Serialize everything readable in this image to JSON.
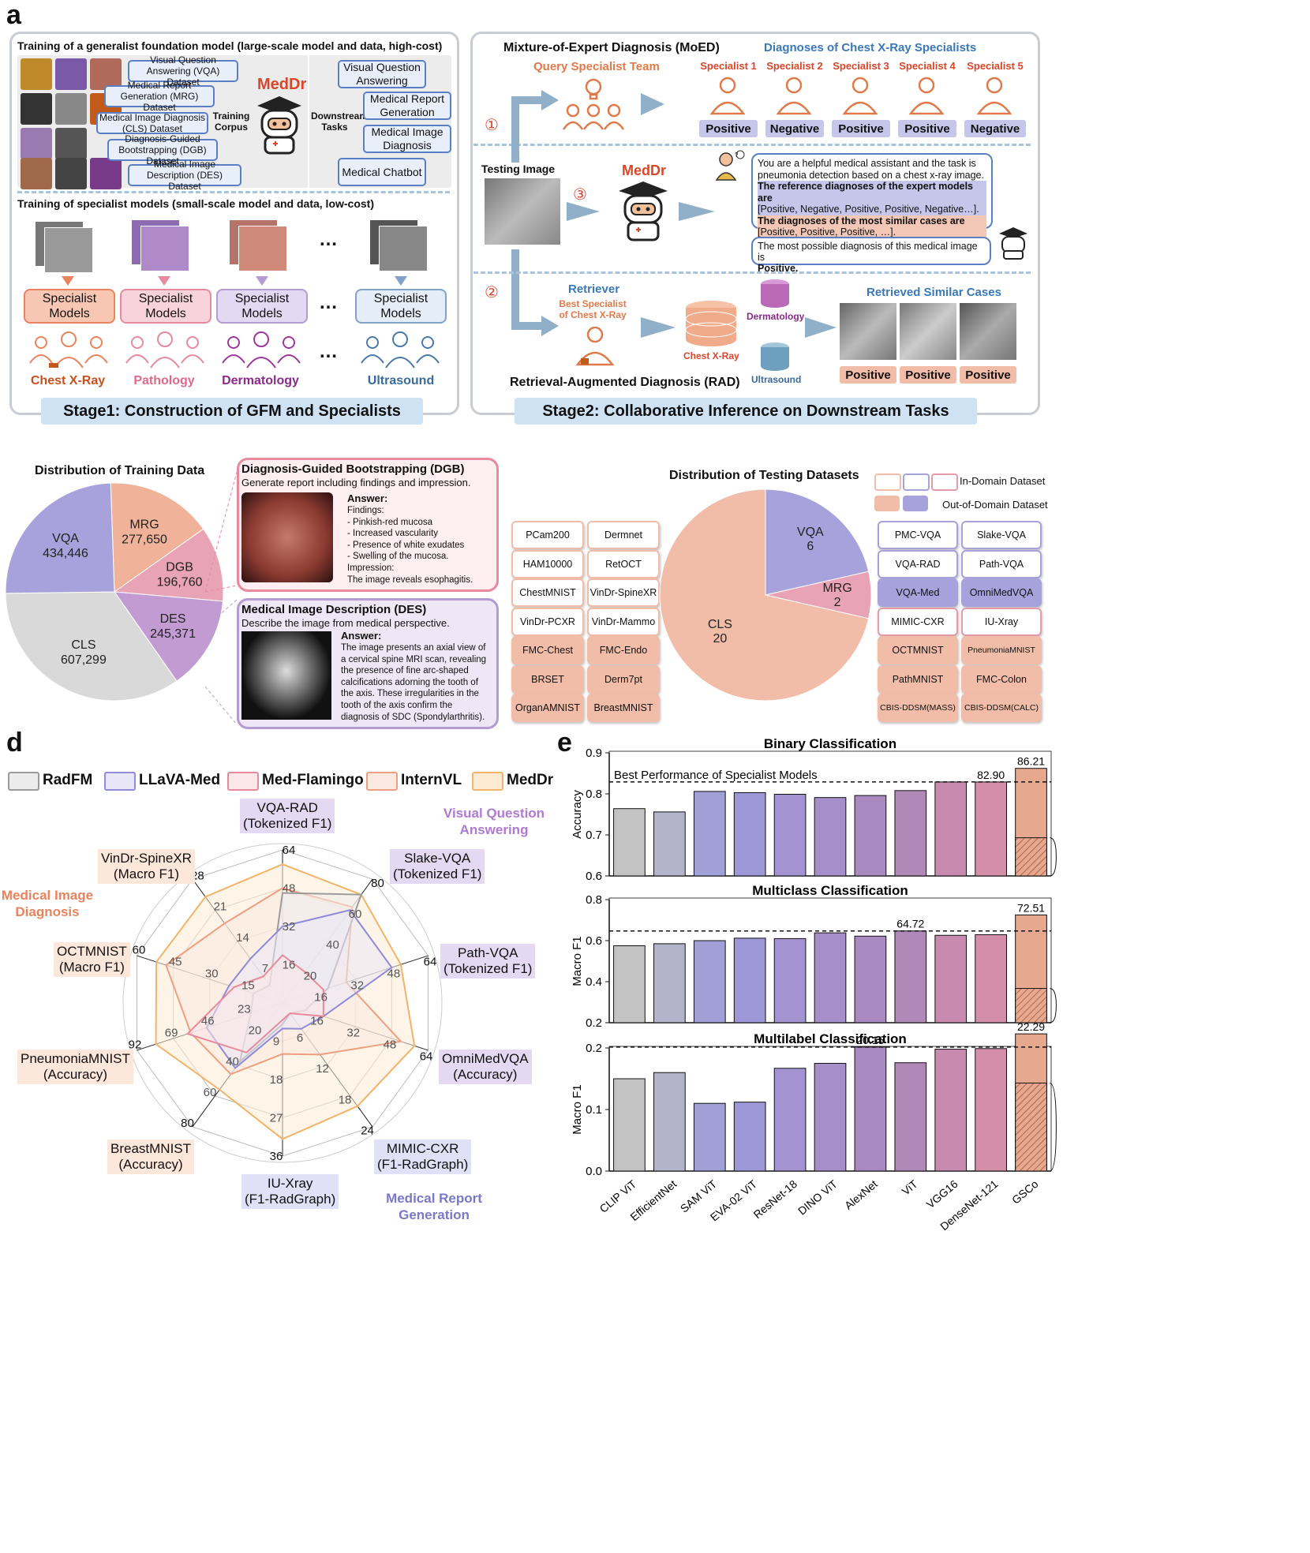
{
  "panel_a": {
    "letter": "a",
    "stage1": {
      "generalist_title": "Training of a generalist foundation model (large-scale model and data, high-cost)",
      "datasets": [
        "Visual Question Answering (VQA) Dataset",
        "Medical Report Generation (MRG) Dataset",
        "Medical Image Diagnosis (CLS) Dataset",
        "Diagnosis-Guided Bootstrapping (DGB) Dataset",
        "Medical Image Description (DES) Dataset"
      ],
      "training_corpus": "Training Corpus",
      "model_name": "MedDr",
      "downstream_tasks": "Downstream Tasks",
      "tasks": [
        "Visual Question Answering",
        "Medical Report Generation",
        "Medical Image Diagnosis",
        "Medical Chatbot"
      ],
      "specialist_title": "Training of specialist models (small-scale model and data, low-cost)",
      "specialist_label": "Specialist Models",
      "ellipsis": "…",
      "domains": [
        "Chest X-Ray",
        "Pathology",
        "Dermatology",
        "Ultrasound"
      ],
      "bar": "Stage1: Construction of GFM and Specialists"
    },
    "stage2": {
      "moed_title": "Mixture-of-Expert Diagnosis (MoED)",
      "query_team": "Query Specialist Team",
      "diagnoses_title": "Diagnoses of Chest X-Ray Specialists",
      "specialists": [
        {
          "name": "Specialist 1",
          "result": "Positive"
        },
        {
          "name": "Specialist 2",
          "result": "Negative"
        },
        {
          "name": "Specialist 3",
          "result": "Positive"
        },
        {
          "name": "Specialist 4",
          "result": "Positive"
        },
        {
          "name": "Specialist 5",
          "result": "Negative"
        }
      ],
      "step1": "①",
      "step2": "②",
      "step3": "③",
      "testing_image": "Testing Image",
      "model_name": "MedDr",
      "prompt_intro": "You are a helpful medical assistant and the task is pneumonia detection based on a chest x-ray image.",
      "prompt_ref_a": "The reference diagnoses of the expert models are",
      "prompt_ref_b": "[Positive, Negative, Positive, Positive, Negative…].",
      "prompt_sim_a": "The diagnoses of the most similar cases are",
      "prompt_sim_b": "[Positive, Positive, Positive, …].",
      "answer_a": "The most possible diagnosis of this medical image is",
      "answer_b": "Positive.",
      "question_mark": "?",
      "retriever": "Retriever",
      "best_specialist": "Best Specialist of Chest X-Ray",
      "db_chest": "Chest X-Ray",
      "db_derm": "Dermatology",
      "db_us": "Ultrasound",
      "retrieved_title": "Retrieved Similar Cases",
      "retrieved": [
        "Positive",
        "Positive",
        "Positive"
      ],
      "rad_title": "Retrieval-Augmented Diagnosis (RAD)",
      "bar": "Stage2: Collaborative Inference on Downstream Tasks"
    }
  },
  "panel_b": {
    "title": "Distribution of Training Data",
    "slices": [
      {
        "name": "VQA",
        "value": "434,446",
        "color": "#a7a2dc"
      },
      {
        "name": "MRG",
        "value": "277,650",
        "color": "#f0b39a"
      },
      {
        "name": "DGB",
        "value": "196,760",
        "color": "#e9a3b6"
      },
      {
        "name": "DES",
        "value": "245,371",
        "color": "#c39bd3"
      },
      {
        "name": "CLS",
        "value": "607,299",
        "color": "#d9d9d9"
      }
    ],
    "dgb": {
      "title": "Diagnosis-Guided Bootstrapping (DGB)",
      "instruction": "Generate report including findings and impression.",
      "answer_label": "Answer:",
      "lines": [
        "Findings:",
        "- Pinkish-red mucosa",
        "- Increased vascularity",
        "- Presence of white exudates",
        "- Swelling of the mucosa.",
        "Impression:",
        "The image reveals esophagitis."
      ]
    },
    "des": {
      "title": "Medical Image Description (DES)",
      "instruction": "Describe the image from medical perspective.",
      "answer_label": "Answer:",
      "lines": [
        "The image presents an axial view of",
        "a cervical spine MRI scan, revealing",
        "the presence of fine arc-shaped",
        "calcifications adorning the tooth of",
        "the axis. These irregularities in the",
        "tooth of the axis confirm the",
        "diagnosis of SDC (Spondylarthritis)."
      ]
    }
  },
  "panel_c": {
    "title": "Distribution of Testing Datasets",
    "legend_in": "In-Domain Dataset",
    "legend_out": "Out-of-Domain Dataset",
    "left_chips": [
      {
        "label": "PCam200",
        "style": "id-o"
      },
      {
        "label": "Dermnet",
        "style": "id-o"
      },
      {
        "label": "HAM10000",
        "style": "id-o"
      },
      {
        "label": "RetOCT",
        "style": "id-o"
      },
      {
        "label": "ChestMNIST",
        "style": "id-o"
      },
      {
        "label": "VinDr-SpineXR",
        "style": "id-o"
      },
      {
        "label": "VinDr-PCXR",
        "style": "id-o"
      },
      {
        "label": "VinDr-Mammo",
        "style": "id-o"
      },
      {
        "label": "FMC-Chest",
        "style": "ood"
      },
      {
        "label": "FMC-Endo",
        "style": "ood"
      },
      {
        "label": "BRSET",
        "style": "ood"
      },
      {
        "label": "Derm7pt",
        "style": "ood"
      },
      {
        "label": "OrganAMNIST",
        "style": "ood"
      },
      {
        "label": "BreastMNIST",
        "style": "ood"
      }
    ],
    "right_chips": [
      {
        "label": "PMC-VQA",
        "style": "id-p"
      },
      {
        "label": "Slake-VQA",
        "style": "id-p"
      },
      {
        "label": "VQA-RAD",
        "style": "id-p"
      },
      {
        "label": "Path-VQA",
        "style": "id-p"
      },
      {
        "label": "VQA-Med",
        "style": "ood-p"
      },
      {
        "label": "OmniMedVQA",
        "style": "ood-p"
      },
      {
        "label": "MIMIC-CXR",
        "style": "id-r"
      },
      {
        "label": "IU-Xray",
        "style": "id-r"
      },
      {
        "label": "OCTMNIST",
        "style": "ood"
      },
      {
        "label": "PneumoniaMNIST",
        "style": "ood"
      },
      {
        "label": "PathMNIST",
        "style": "ood"
      },
      {
        "label": "FMC-Colon",
        "style": "ood"
      },
      {
        "label": "CBIS-DDSM(MASS)",
        "style": "ood"
      },
      {
        "label": "CBIS-DDSM(CALC)",
        "style": "ood"
      }
    ],
    "slices": [
      {
        "name": "VQA",
        "value": 6,
        "color": "#a7a2dc"
      },
      {
        "name": "MRG",
        "value": 2,
        "color": "#e9a3b6"
      },
      {
        "name": "CLS",
        "value": 20,
        "color": "#f2bda8"
      }
    ]
  },
  "panel_d": {
    "letter": "d",
    "legend": [
      {
        "name": "RadFM",
        "color": "#9b9b9b",
        "fill": "#ececec"
      },
      {
        "name": "LLaVA-Med",
        "color": "#8f8bd6",
        "fill": "#e9e7f7"
      },
      {
        "name": "Med-Flamingo",
        "color": "#e78a9d",
        "fill": "#fbe6ea"
      },
      {
        "name": "InternVL",
        "color": "#ee9f80",
        "fill": "#fce9e1"
      },
      {
        "name": "MedDr",
        "color": "#f2b36a",
        "fill": "#fdebd3"
      }
    ],
    "group_vqa": "Visual Question Answering",
    "group_diag": "Medical Image Diagnosis",
    "group_mrg": "Medical Report Generation",
    "axes": [
      {
        "name": "VQA-RAD",
        "metric": "(Tokenized F1)",
        "max": 64,
        "ticks": [
          "16",
          "32",
          "48",
          "64"
        ]
      },
      {
        "name": "Slake-VQA",
        "metric": "(Tokenized F1)",
        "max": 80,
        "ticks": [
          "20",
          "40",
          "60",
          "80"
        ]
      },
      {
        "name": "Path-VQA",
        "metric": "(Tokenized F1)",
        "max": 64,
        "ticks": [
          "16",
          "32",
          "48",
          "64"
        ]
      },
      {
        "name": "OmniMedVQA",
        "metric": "(Accuracy)",
        "max": 64,
        "ticks": [
          "16",
          "32",
          "48",
          "64"
        ]
      },
      {
        "name": "MIMIC-CXR",
        "metric": "(F1-RadGraph)",
        "max": 24,
        "ticks": [
          "6",
          "12",
          "18",
          "24"
        ]
      },
      {
        "name": "IU-Xray",
        "metric": "(F1-RadGraph)",
        "max": 36,
        "ticks": [
          "9",
          "18",
          "27",
          "36"
        ]
      },
      {
        "name": "BreastMNIST",
        "metric": "(Accuracy)",
        "max": 80,
        "ticks": [
          "20",
          "40",
          "60",
          "80"
        ]
      },
      {
        "name": "PneumoniaMNIST",
        "metric": "(Accuracy)",
        "max": 92,
        "ticks": [
          "23",
          "46",
          "69",
          "92"
        ]
      },
      {
        "name": "OCTMNIST",
        "metric": "(Macro F1)",
        "max": 60,
        "ticks": [
          "15",
          "30",
          "45",
          "60"
        ]
      },
      {
        "name": "VinDr-SpineXR",
        "metric": "(Macro F1)",
        "max": 28,
        "ticks": [
          "7",
          "14",
          "21",
          "28"
        ]
      }
    ],
    "series": [
      {
        "name": "RadFM",
        "values": [
          46,
          70,
          20,
          10,
          2,
          5,
          38,
          20,
          12,
          4
        ]
      },
      {
        "name": "LLaVA-Med",
        "values": [
          32,
          60,
          48,
          18,
          5,
          6,
          42,
          48,
          22,
          10
        ]
      },
      {
        "name": "Med-Flamingo",
        "values": [
          20,
          20,
          18,
          18,
          2,
          4,
          32,
          60,
          20,
          6
        ]
      },
      {
        "name": "InternVL",
        "values": [
          48,
          62,
          28,
          52,
          10,
          12,
          46,
          58,
          48,
          18
        ]
      },
      {
        "name": "MedDr",
        "values": [
          58,
          70,
          52,
          58,
          20,
          32,
          56,
          80,
          52,
          24
        ]
      }
    ]
  },
  "panel_e": {
    "letter": "e",
    "categories": [
      "CLIP ViT",
      "EfficientNet",
      "SAM ViT",
      "EVA-02 ViT",
      "ResNet-18",
      "DINO ViT",
      "AlexNet",
      "ViT",
      "VGG16",
      "DenseNet-121",
      "GSCo"
    ],
    "colors": [
      "#c3c3c3",
      "#b3b3cc",
      "#a09fd6",
      "#9e98d8",
      "#a393d0",
      "#a58ec9",
      "#a989c0",
      "#b189b8",
      "#c98ab0",
      "#d38fa8",
      "#e6a88e"
    ],
    "meddr_label": "MedDr",
    "best_label": "Best Performance of Specialist Models",
    "charts": [
      {
        "title": "Binary Classification",
        "ylabel": "Accuracy",
        "ylim": [
          0.6,
          0.9
        ],
        "yticks": [
          "0.6",
          "0.7",
          "0.8",
          "0.9"
        ],
        "values": [
          0.764,
          0.756,
          0.806,
          0.803,
          0.799,
          0.791,
          0.796,
          0.808,
          0.829,
          0.829,
          0.8621
        ],
        "meddr": 0.693,
        "best": 0.829,
        "annotations": [
          {
            "index": 9,
            "text": "82.90"
          },
          {
            "index": 10,
            "text": "86.21"
          }
        ]
      },
      {
        "title": "Multiclass Classification",
        "ylabel": "Macro F1",
        "ylim": [
          0.2,
          0.8
        ],
        "yticks": [
          "0.2",
          "0.4",
          "0.6",
          "0.8"
        ],
        "values": [
          0.575,
          0.585,
          0.6,
          0.612,
          0.61,
          0.638,
          0.622,
          0.6472,
          0.626,
          0.629,
          0.7251
        ],
        "meddr": 0.367,
        "best": 0.6472,
        "annotations": [
          {
            "index": 7,
            "text": "64.72"
          },
          {
            "index": 10,
            "text": "72.51"
          }
        ]
      },
      {
        "title": "Multilabel Classification",
        "ylabel": "Macro F1",
        "ylim": [
          0.0,
          0.2
        ],
        "yticks": [
          "0.0",
          "0.1",
          "0.2"
        ],
        "values": [
          0.15,
          0.16,
          0.11,
          0.112,
          0.167,
          0.175,
          0.2015,
          0.176,
          0.198,
          0.199,
          0.2229
        ],
        "meddr": 0.143,
        "best": 0.2015,
        "annotations": [
          {
            "index": 6,
            "text": "20.15"
          },
          {
            "index": 10,
            "text": "22.29"
          }
        ]
      }
    ]
  }
}
